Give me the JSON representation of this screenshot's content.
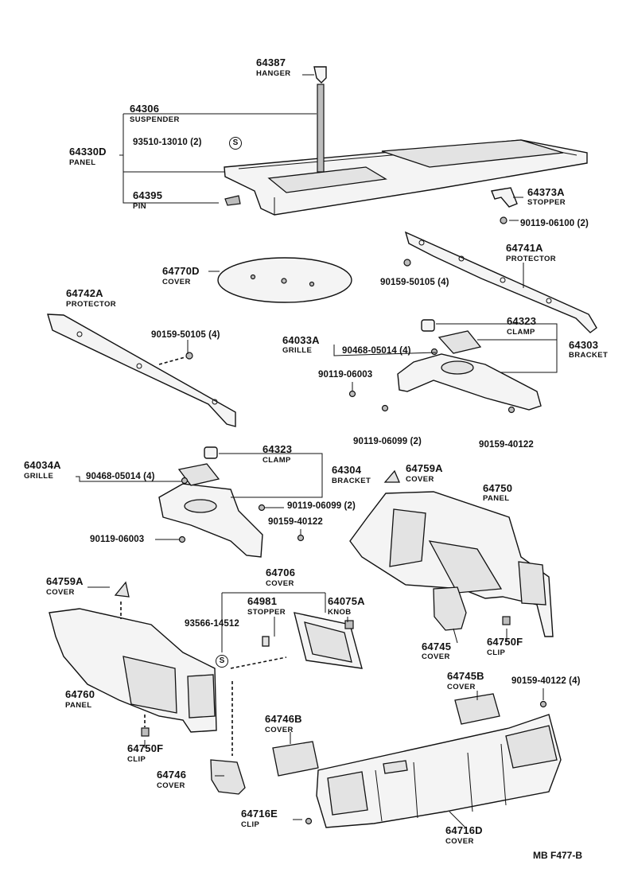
{
  "callouts": {
    "p64387": {
      "number": "64387",
      "name": "HANGER"
    },
    "p64306": {
      "number": "64306",
      "name": "SUSPENDER"
    },
    "p93510": {
      "number": "93510-13010 (2)"
    },
    "p64330d": {
      "number": "64330D",
      "name": "PANEL"
    },
    "p64395": {
      "number": "64395",
      "name": "PIN"
    },
    "p64373a": {
      "number": "64373A",
      "name": "STOPPER"
    },
    "p90119_06100": {
      "number": "90119-06100 (2)"
    },
    "p64741a": {
      "number": "64741A",
      "name": "PROTECTOR"
    },
    "p90159_50105_a": {
      "number": "90159-50105 (4)"
    },
    "p64770d": {
      "number": "64770D",
      "name": "COVER"
    },
    "p64742a": {
      "number": "64742A",
      "name": "PROTECTOR"
    },
    "p90159_50105_b": {
      "number": "90159-50105 (4)"
    },
    "p64323_a": {
      "number": "64323",
      "name": "CLAMP"
    },
    "p64033a": {
      "number": "64033A",
      "name": "GRILLE"
    },
    "p90468_a": {
      "number": "90468-05014 (4)"
    },
    "p64303": {
      "number": "64303",
      "name": "BRACKET"
    },
    "p90119_06003_a": {
      "number": "90119-06003"
    },
    "p90119_06099_a": {
      "number": "90119-06099 (2)"
    },
    "p90159_40122_a": {
      "number": "90159-40122"
    },
    "p64323_b": {
      "number": "64323",
      "name": "CLAMP"
    },
    "p64034a": {
      "number": "64034A",
      "name": "GRILLE"
    },
    "p90468_b": {
      "number": "90468-05014 (4)"
    },
    "p64304": {
      "number": "64304",
      "name": "BRACKET"
    },
    "p64759a_a": {
      "number": "64759A",
      "name": "COVER"
    },
    "p64750": {
      "number": "64750",
      "name": "PANEL"
    },
    "p90119_06099_b": {
      "number": "90119-06099 (2)"
    },
    "p90159_40122_b": {
      "number": "90159-40122"
    },
    "p90119_06003_b": {
      "number": "90119-06003"
    },
    "p64706": {
      "number": "64706",
      "name": "COVER"
    },
    "p64759a_b": {
      "number": "64759A",
      "name": "COVER"
    },
    "p64981": {
      "number": "64981",
      "name": "STOPPER"
    },
    "p64075a": {
      "number": "64075A",
      "name": "KNOB"
    },
    "p93566": {
      "number": "93566-14512"
    },
    "p64745": {
      "number": "64745",
      "name": "COVER"
    },
    "p64750f_a": {
      "number": "64750F",
      "name": "CLIP"
    },
    "p64760": {
      "number": "64760",
      "name": "PANEL"
    },
    "p64745b": {
      "number": "64745B",
      "name": "COVER"
    },
    "p90159_40122_c": {
      "number": "90159-40122 (4)"
    },
    "p64750f_b": {
      "number": "64750F",
      "name": "CLIP"
    },
    "p64746b": {
      "number": "64746B",
      "name": "COVER"
    },
    "p64746": {
      "number": "64746",
      "name": "COVER"
    },
    "p64716e": {
      "number": "64716E",
      "name": "CLIP"
    },
    "p64716d": {
      "number": "64716D",
      "name": "COVER"
    }
  },
  "symbol": "S",
  "ref_code": "MB  F477-B"
}
